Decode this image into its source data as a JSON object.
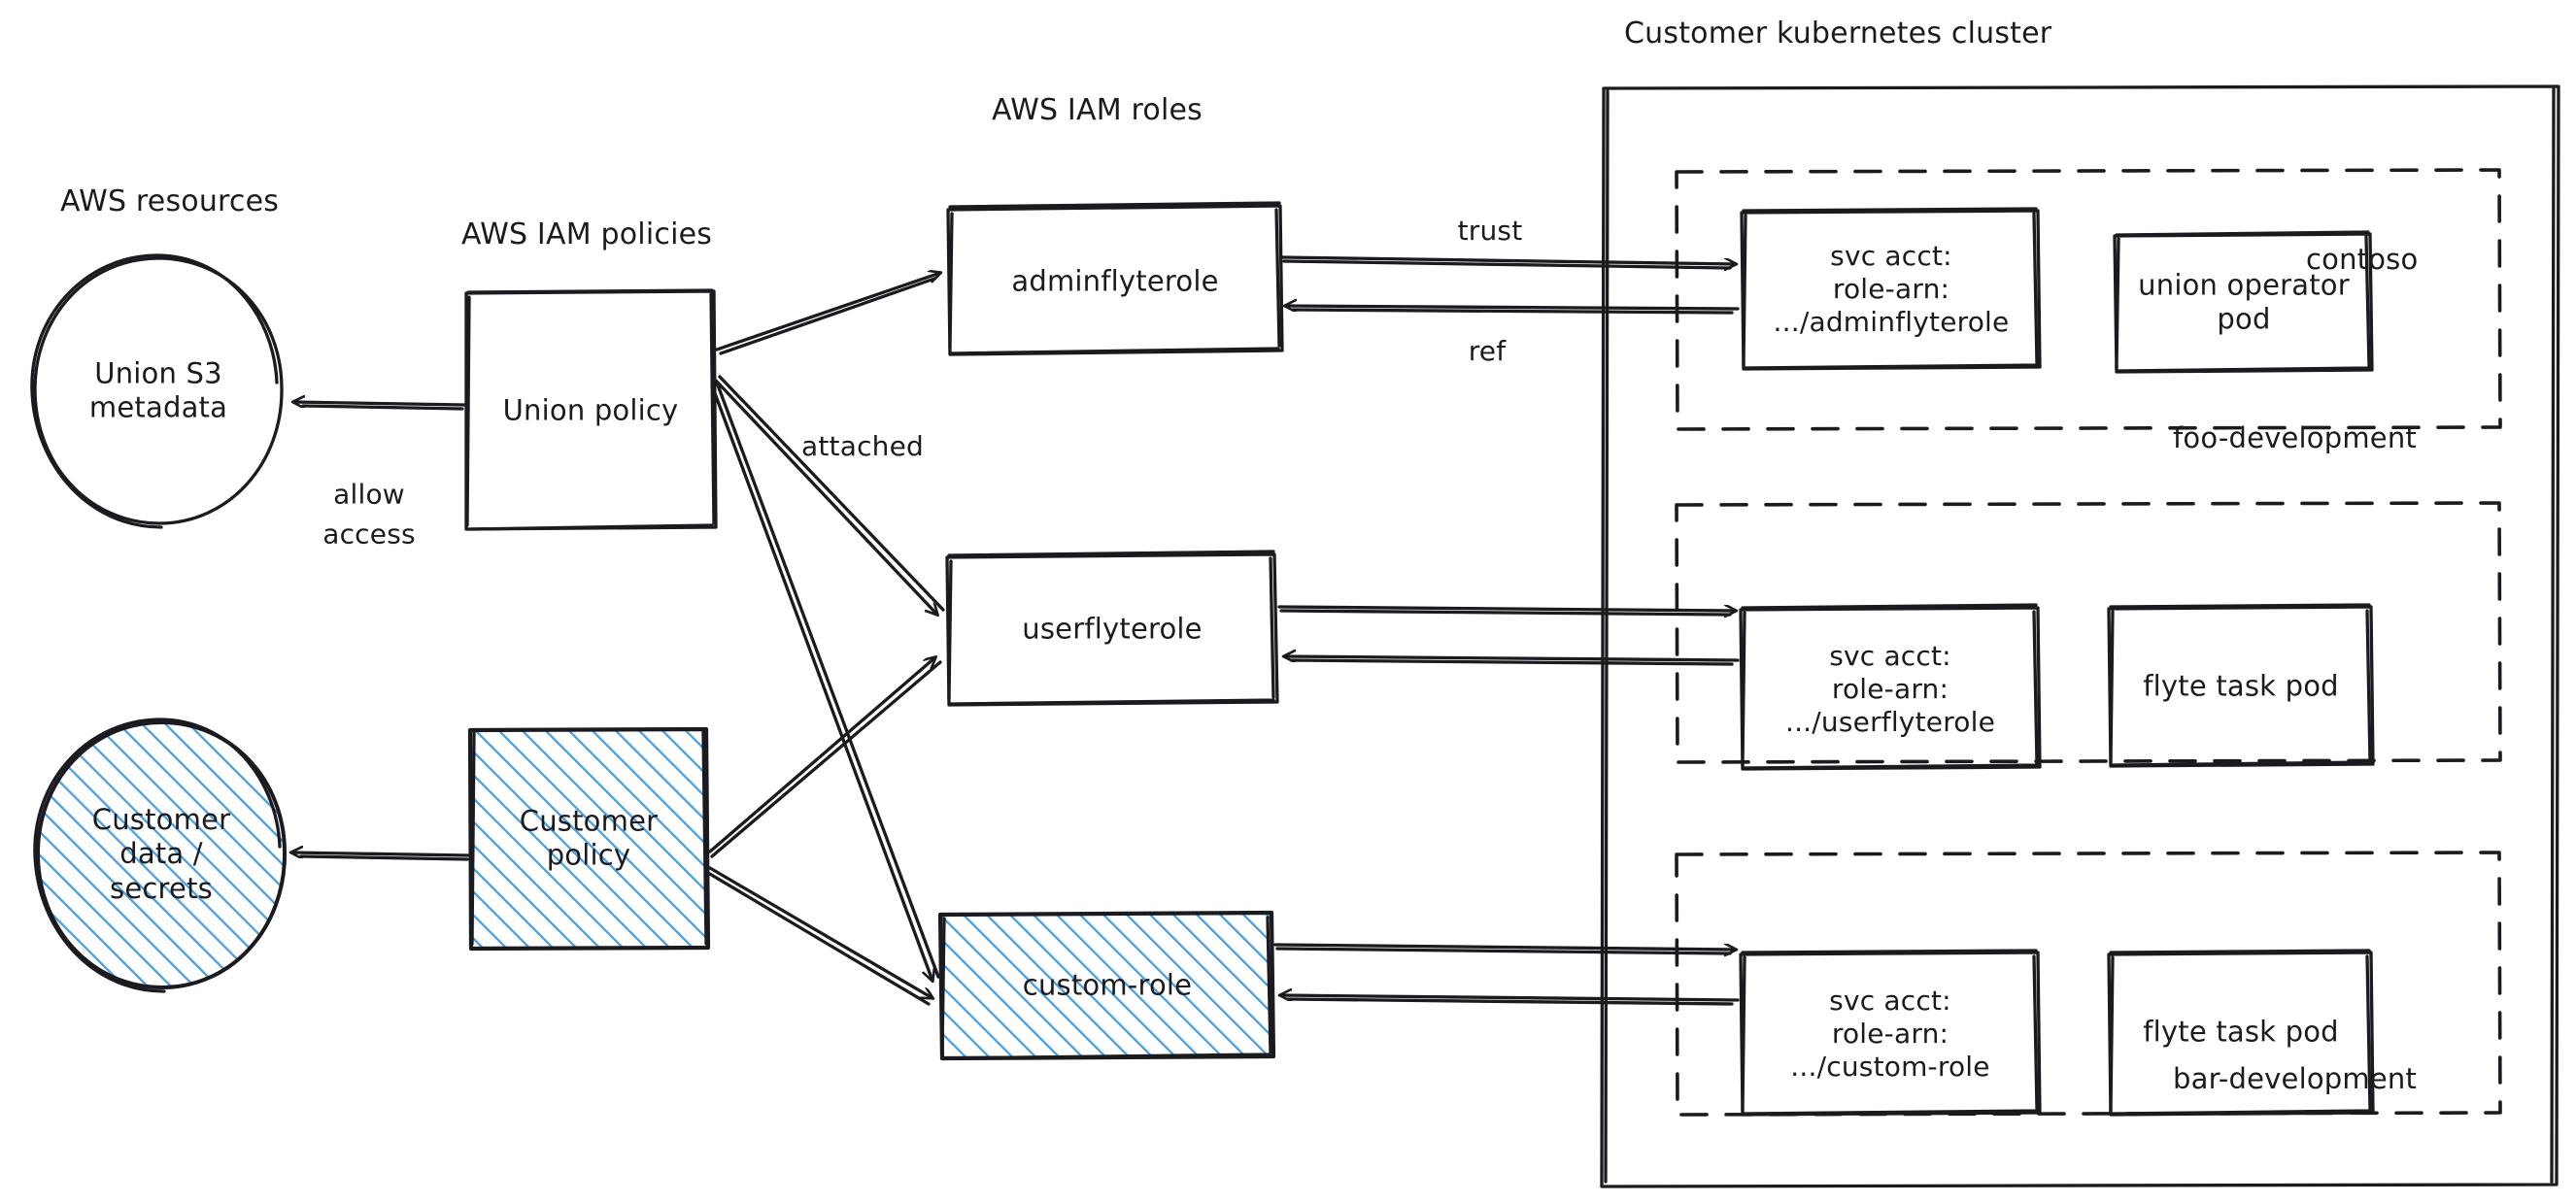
{
  "diagram": {
    "title_groups": [
      {
        "id": "aws-resources",
        "label": "AWS resources"
      },
      {
        "id": "aws-iam-policies",
        "label": "AWS IAM policies"
      },
      {
        "id": "aws-iam-roles",
        "label": "AWS IAM roles"
      },
      {
        "id": "customer-kubernetes-cluster",
        "label": "Customer kubernetes cluster"
      }
    ],
    "resources": [
      {
        "id": "union-s3-metadata",
        "label": "Union S3\nmetadata",
        "shape": "ellipse",
        "fill": "none"
      },
      {
        "id": "customer-data-secrets",
        "label": "Customer\ndata /\nsecrets",
        "shape": "ellipse",
        "fill": "hatch-blue"
      }
    ],
    "policies": [
      {
        "id": "union-policy",
        "label": "Union policy",
        "shape": "rect",
        "fill": "none"
      },
      {
        "id": "customer-policy",
        "label": "Customer\npolicy",
        "shape": "rect",
        "fill": "hatch-blue"
      }
    ],
    "roles": [
      {
        "id": "adminflyterole",
        "label": "adminflyterole",
        "shape": "rect",
        "fill": "none"
      },
      {
        "id": "userflyterole",
        "label": "userflyterole",
        "shape": "rect",
        "fill": "none"
      },
      {
        "id": "custom-role",
        "label": "custom-role",
        "shape": "rect",
        "fill": "hatch-blue"
      }
    ],
    "namespaces": [
      {
        "id": "contoso",
        "tag": "contoso",
        "nodes": [
          {
            "id": "svc-acct-adminflyterole",
            "label": "svc acct:\nrole-arn:\n.../adminflyterole"
          },
          {
            "id": "union-operator-pod",
            "label": "union operator\npod"
          }
        ]
      },
      {
        "id": "foo-development",
        "tag": "foo-development",
        "nodes": [
          {
            "id": "svc-acct-userflyterole",
            "label": "svc acct:\nrole-arn:\n.../userflyterole"
          },
          {
            "id": "flyte-task-pod-foo",
            "label": "flyte task pod"
          }
        ]
      },
      {
        "id": "bar-development",
        "tag": "bar-development",
        "nodes": [
          {
            "id": "svc-acct-custom-role",
            "label": "svc acct:\nrole-arn:\n.../custom-role"
          },
          {
            "id": "flyte-task-pod-bar",
            "label": "flyte task pod"
          }
        ]
      }
    ],
    "edge_labels": [
      {
        "id": "allow-access",
        "label": "allow\naccess"
      },
      {
        "id": "attached",
        "label": "attached"
      },
      {
        "id": "trust",
        "label": "trust"
      },
      {
        "id": "ref",
        "label": "ref"
      }
    ],
    "colors": {
      "stroke": "#1b1b1f",
      "hatch": "#4a9fe0",
      "background": "#ffffff"
    }
  }
}
